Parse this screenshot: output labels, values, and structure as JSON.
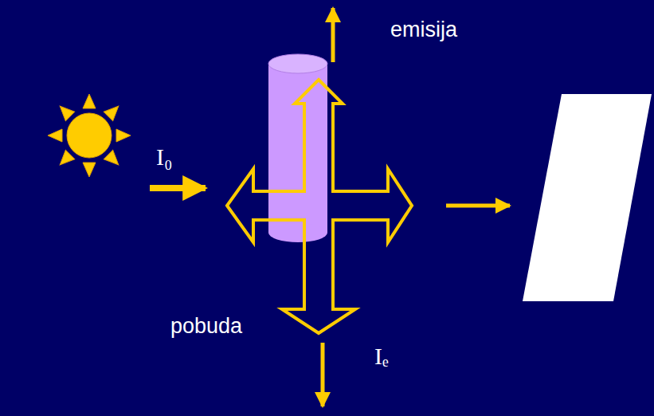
{
  "diagram": {
    "labels": [
      "emisija",
      "I₀",
      "pobuda",
      "Iₑ"
    ]
  }
}
